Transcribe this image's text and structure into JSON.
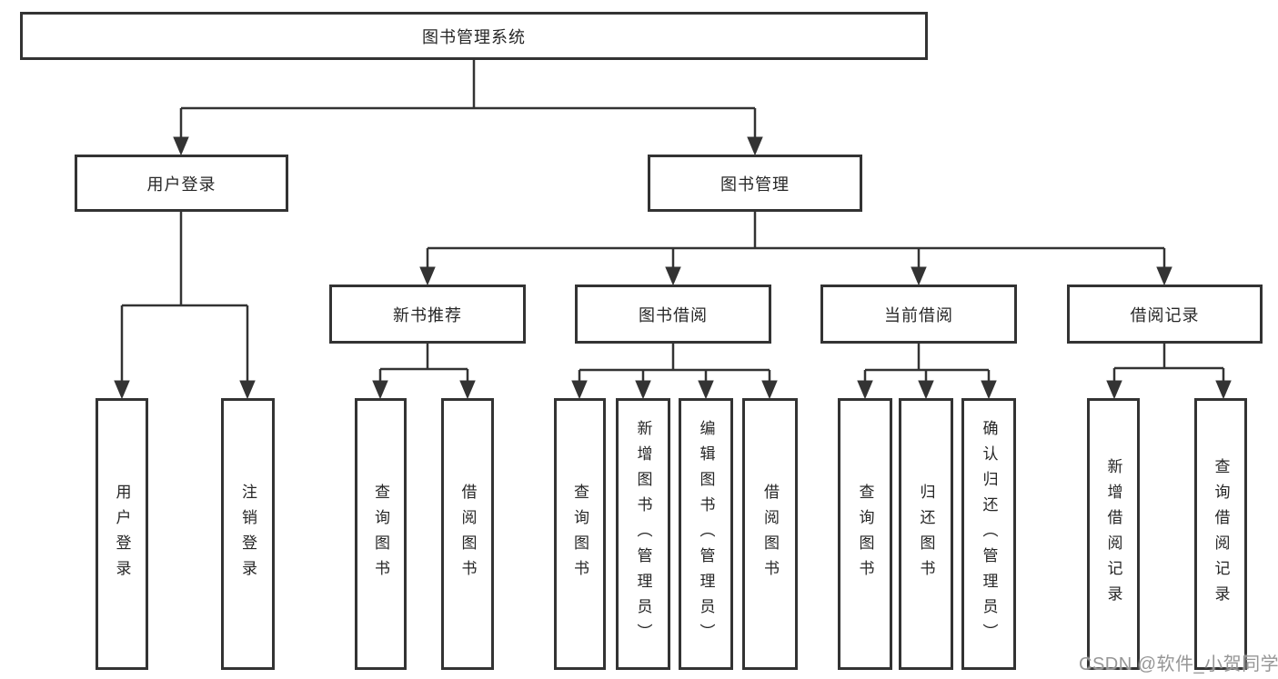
{
  "nodes": {
    "root": "图书管理系统",
    "user_login": "用户登录",
    "book_mgmt": "图书管理",
    "new_book_rec": "新书推荐",
    "book_borrow": "图书借阅",
    "current_borrow": "当前借阅",
    "borrow_records": "借阅记录",
    "leaf_user_login": "用户登录",
    "leaf_logout": "注销登录",
    "leaf_rec_query_book": "查询图书",
    "leaf_rec_borrow_book": "借阅图书",
    "leaf_bb_query_book": "查询图书",
    "leaf_bb_add_book": "新增图书（管理员）",
    "leaf_bb_edit_book": "编辑图书（管理员）",
    "leaf_bb_borrow_book": "借阅图书",
    "leaf_cb_query_book": "查询图书",
    "leaf_cb_return_book": "归还图书",
    "leaf_cb_confirm_return": "确认归还（管理员）",
    "leaf_br_add_record": "新增借阅记录",
    "leaf_br_query_record": "查询借阅记录"
  },
  "watermark": "CSDN @软件_小贺同学",
  "colors": {
    "line": "#333333",
    "text": "#262626",
    "watermark": "#969696",
    "background": "#ffffff"
  }
}
